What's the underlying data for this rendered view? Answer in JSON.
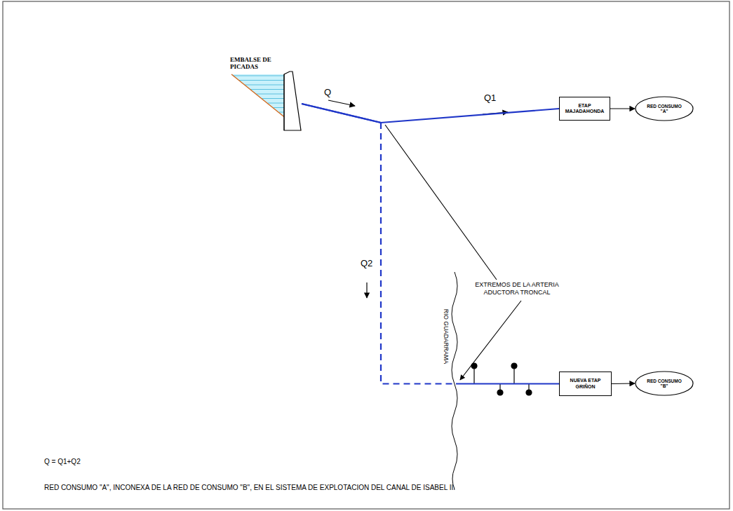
{
  "diagram": {
    "caption": "RED CONSUMO \"A\", INCONEXA DE LA RED DE CONSUMO \"B\", EN EL SISTEMA DE EXPLOTACION DEL CANAL DE ISABEL II.",
    "nodes": [
      {
        "text": [
          "EMBALSE DE PICADAS"
        ]
      },
      {
        "text": [
          "ETAP MAJADAHONDA"
        ]
      },
      {
        "text": [
          "RED CONSUMO \"A\""
        ]
      },
      {
        "text": [
          "NUEVA ETAP GRIÑON"
        ]
      },
      {
        "text": [
          "RED CONSUMO \"B\""
        ]
      }
    ],
    "edges": [
      {
        "from": 0,
        "to": 1,
        "label": "Q1",
        "arrow": "none"
      },
      {
        "from": 0,
        "to": 3,
        "label": "Q2",
        "arrow": "none"
      },
      {
        "from": 1,
        "to": 2,
        "arrow": "to"
      },
      {
        "from": 3,
        "to": 4,
        "arrow": "to"
      }
    ],
    "labels": [
      "Q",
      "EXTREMOS DE LA ARTERIA ADUCTORA TRONCAL",
      "RIO GUADARRAMA",
      "Q = Q1+Q2"
    ]
  }
}
